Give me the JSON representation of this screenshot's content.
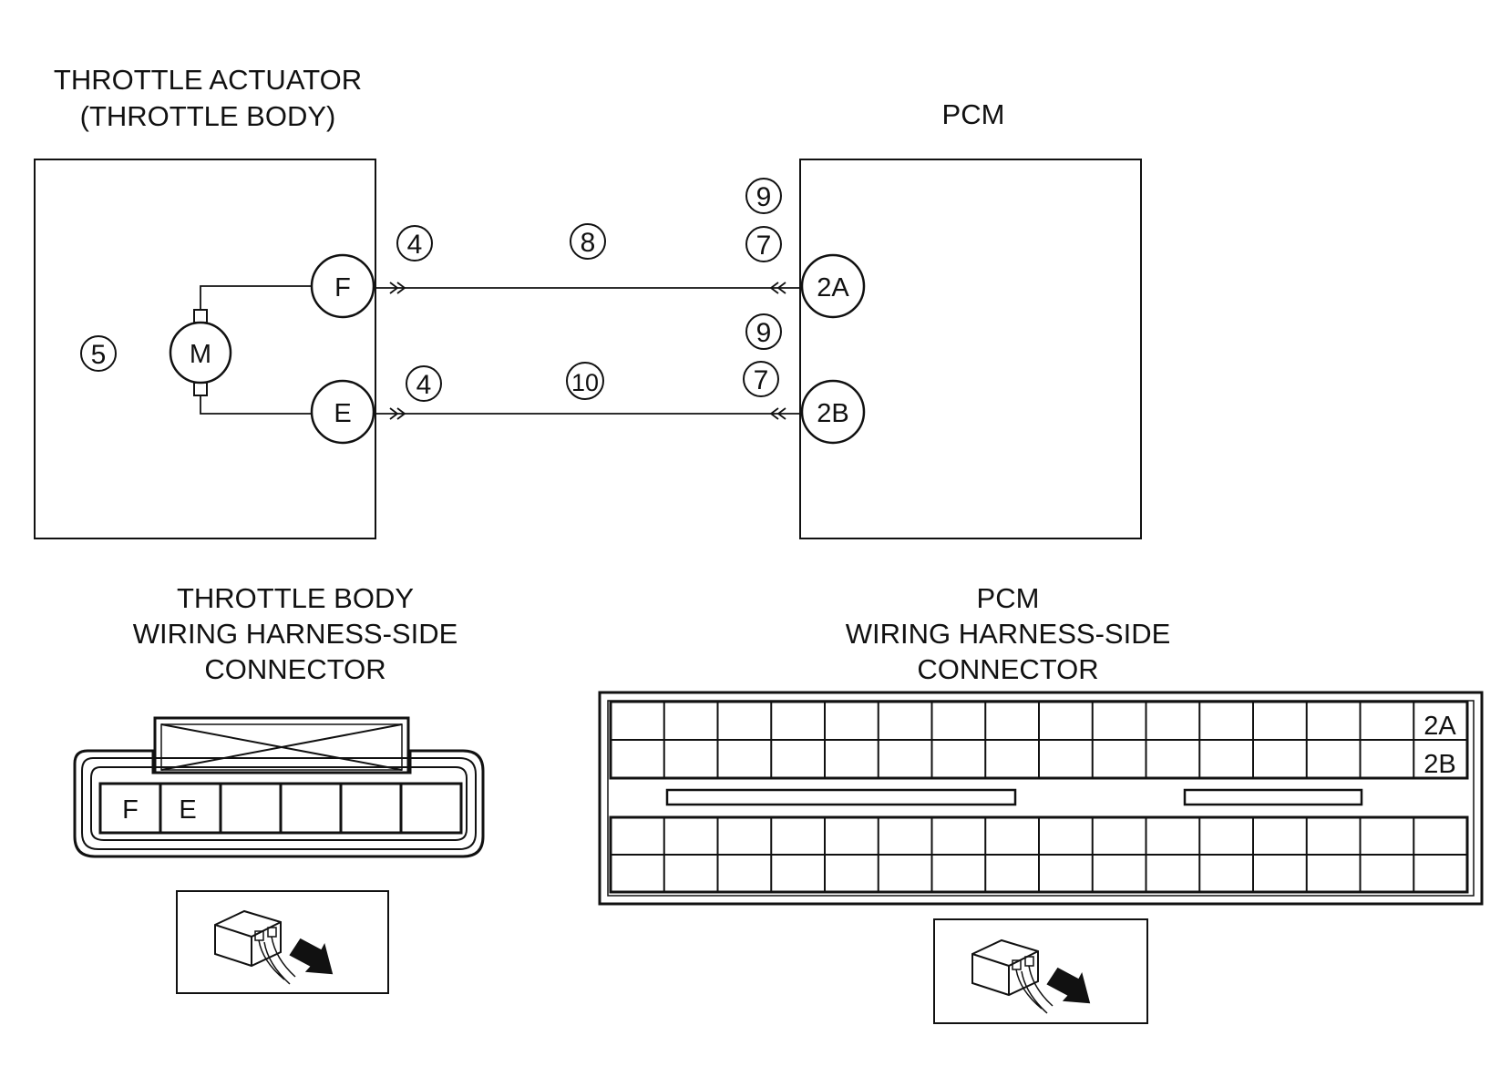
{
  "throttle_actuator": {
    "title_line1": "THROTTLE ACTUATOR",
    "title_line2": "(THROTTLE BODY)",
    "motor_label": "M",
    "area_callout": "5",
    "terminals": [
      "F",
      "E"
    ]
  },
  "pcm": {
    "title": "PCM",
    "terminals": [
      "2A",
      "2B"
    ]
  },
  "wires": [
    {
      "from": "F",
      "to": "2A",
      "left_callout": "4",
      "mid_callout": "8",
      "right_callouts": [
        "9",
        "7"
      ]
    },
    {
      "from": "E",
      "to": "2B",
      "left_callout": "4",
      "mid_callout": "10",
      "right_callouts": [
        "9",
        "7"
      ]
    }
  ],
  "throttle_connector": {
    "title_line1": "THROTTLE BODY",
    "title_line2": "WIRING HARNESS-SIDE",
    "title_line3": "CONNECTOR",
    "pins": [
      "F",
      "E",
      "",
      "",
      "",
      ""
    ]
  },
  "pcm_connector": {
    "title_line1": "PCM",
    "title_line2": "WIRING HARNESS-SIDE",
    "title_line3": "CONNECTOR",
    "row_labels": [
      "2A",
      "2B"
    ]
  },
  "view_icon": "harness-side-view-arrow-icon"
}
